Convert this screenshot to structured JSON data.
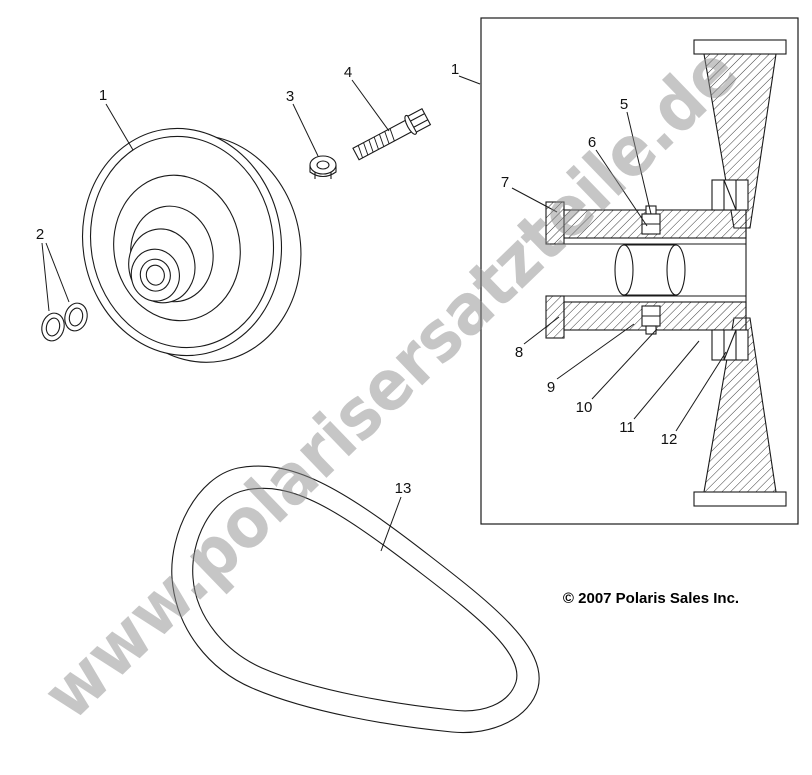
{
  "page": {
    "copyright": "© 2007 Polaris Sales Inc.",
    "watermark": "www.polarisersatzteile.de"
  },
  "callouts": {
    "item1_clutch": "1",
    "item2_washers": "2",
    "item3_nut": "3",
    "item4_bolt": "4",
    "item1_assembly": "1",
    "item5": "5",
    "item6": "6",
    "item7": "7",
    "item8": "8",
    "item9": "9",
    "item10": "10",
    "item11": "11",
    "item12": "12",
    "item13_belt": "13"
  },
  "colors": {
    "line": "#1a1a1a",
    "watermark": "#8e8e8e",
    "background": "#ffffff"
  }
}
